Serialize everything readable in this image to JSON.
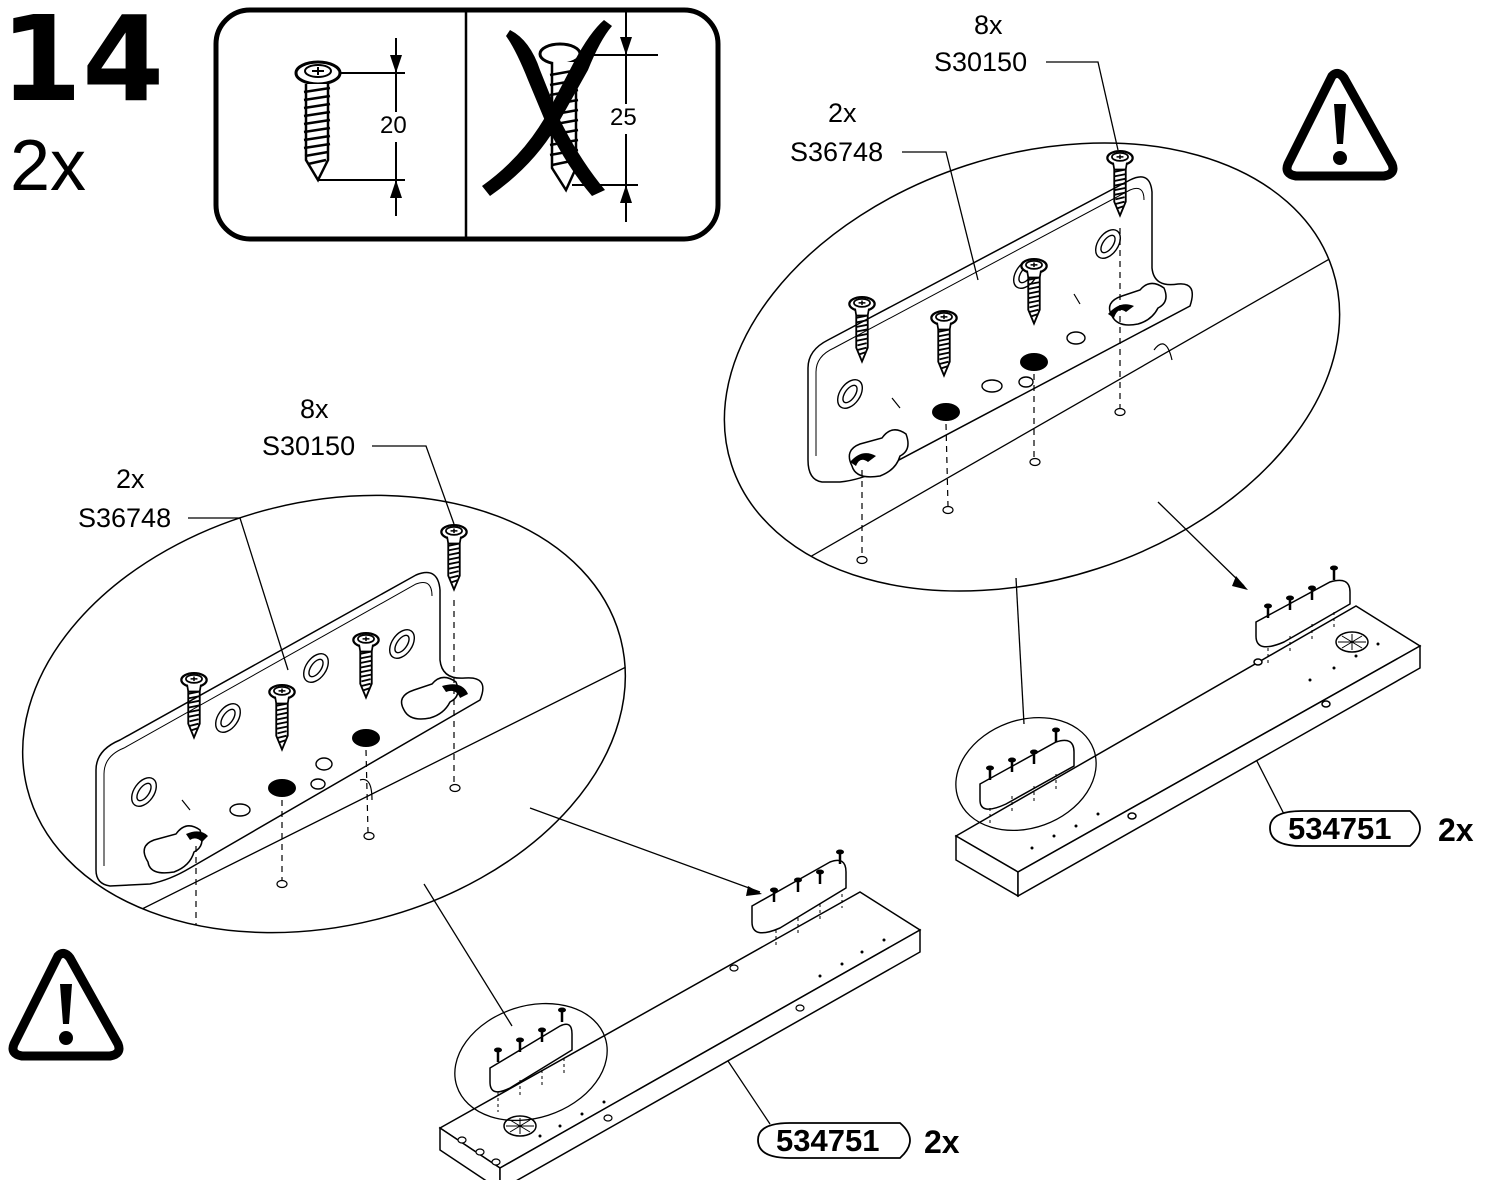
{
  "step": {
    "number": "14",
    "quantity": "2x"
  },
  "screw_guide": {
    "correct_length": "20",
    "wrong_length": "25"
  },
  "callouts": {
    "left": {
      "screw": {
        "qty": "8x",
        "code": "S30150"
      },
      "bracket": {
        "qty": "2x",
        "code": "S36748"
      }
    },
    "right": {
      "screw": {
        "qty": "8x",
        "code": "S30150"
      },
      "bracket": {
        "qty": "2x",
        "code": "S36748"
      }
    }
  },
  "parts": {
    "left": {
      "number": "534751",
      "qty": "2x"
    },
    "right": {
      "number": "534751",
      "qty": "2x"
    }
  },
  "icons": [
    "warning-icon",
    "warning-icon",
    "screw-icon",
    "bracket-icon",
    "wood-board"
  ]
}
